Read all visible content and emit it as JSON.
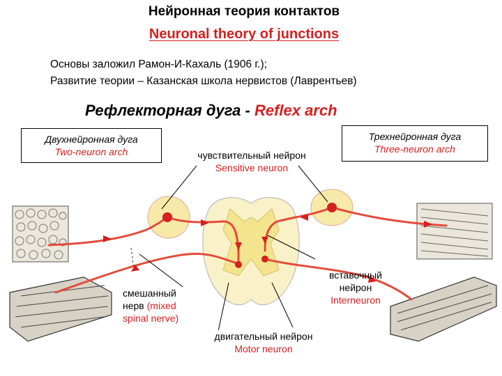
{
  "title_ru": "Нейронная теория контактов",
  "title_en": "Neuronal theory of junctions",
  "intro_line1": "Основы заложил Рамон-И-Кахаль (1906 г.);",
  "intro_line2": "Развитие теории – Казанская школа нервистов (Лаврентьев)",
  "reflex_ru": "Рефлекторная дуга -",
  "reflex_en": "Reflex arch",
  "two_neuron": {
    "ru": "Двухнейронная дуга",
    "en": "Two-neuron arch"
  },
  "three_neuron": {
    "ru": "Трехнейронная дуга",
    "en": "Three-neuron arch"
  },
  "sensitive": {
    "ru": "чувствительный нейрон",
    "en": "Sensitive neuron"
  },
  "interneuron": {
    "ru1": "вставочный",
    "ru2": "нейрон",
    "en": "Interneuron"
  },
  "mixed_nerve": {
    "ru1": "смешанный",
    "ru2": "нерв",
    "en1": "(mixed",
    "en2": "spinal nerve)"
  },
  "motor": {
    "ru": "двигательный нейрон",
    "en": "Motor neuron"
  },
  "colors": {
    "accent": "#d42020",
    "ganglion": "#f7eaa8",
    "nerve": "#e44a3a"
  }
}
